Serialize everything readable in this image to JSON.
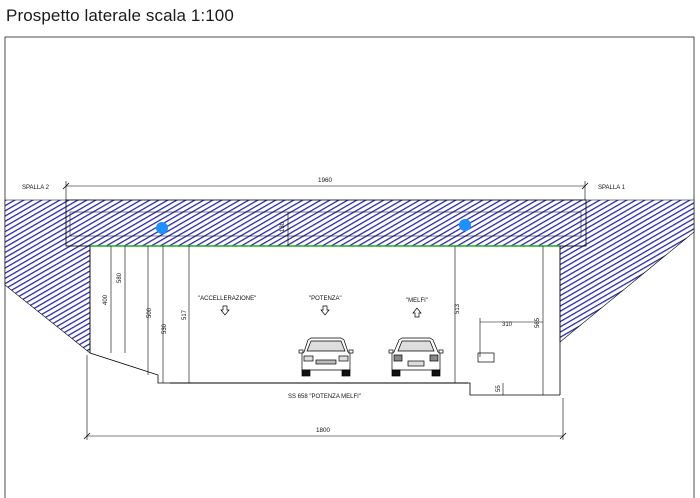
{
  "title": "Prospetto laterale scala 1:100",
  "labels": {
    "spalla_left": "SPALLA 2",
    "spalla_right": "SPALLA 1",
    "road_name": "SS 658 \"POTENZA MELFI\"",
    "lane_accel": "\"ACCELLERAZIONE\"",
    "lane_potenza": "\"POTENZA\"",
    "lane_melfi": "\"MELFI\""
  },
  "dimensions": {
    "total_span": "1960",
    "deck_height": "130",
    "bottom_span": "1800",
    "h580": "580",
    "h400": "400",
    "h500": "500",
    "h530": "530",
    "h517": "517",
    "h513": "513",
    "w310": "310",
    "h565": "565",
    "h55": "55"
  },
  "colors": {
    "hatch": "#2a2aa0",
    "marker": "#1e90ff",
    "soffit_line": "#22aa22",
    "line": "#000000"
  }
}
